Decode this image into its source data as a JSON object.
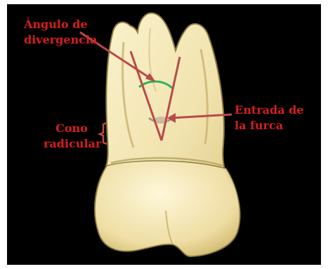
{
  "labels": {
    "angle": "Ángulo de\ndivergencia",
    "furcation": "Entrada de\nla furca",
    "root_cone": "Cono\nradicular"
  },
  "colors": {
    "background": "#000000",
    "label_text": "#d41f1f",
    "pointer_lines": "#b84a4a",
    "angle_arc": "#2fb35a",
    "tooth_fill": "#f3e6b3",
    "tooth_outline": "#8a7a3c"
  }
}
